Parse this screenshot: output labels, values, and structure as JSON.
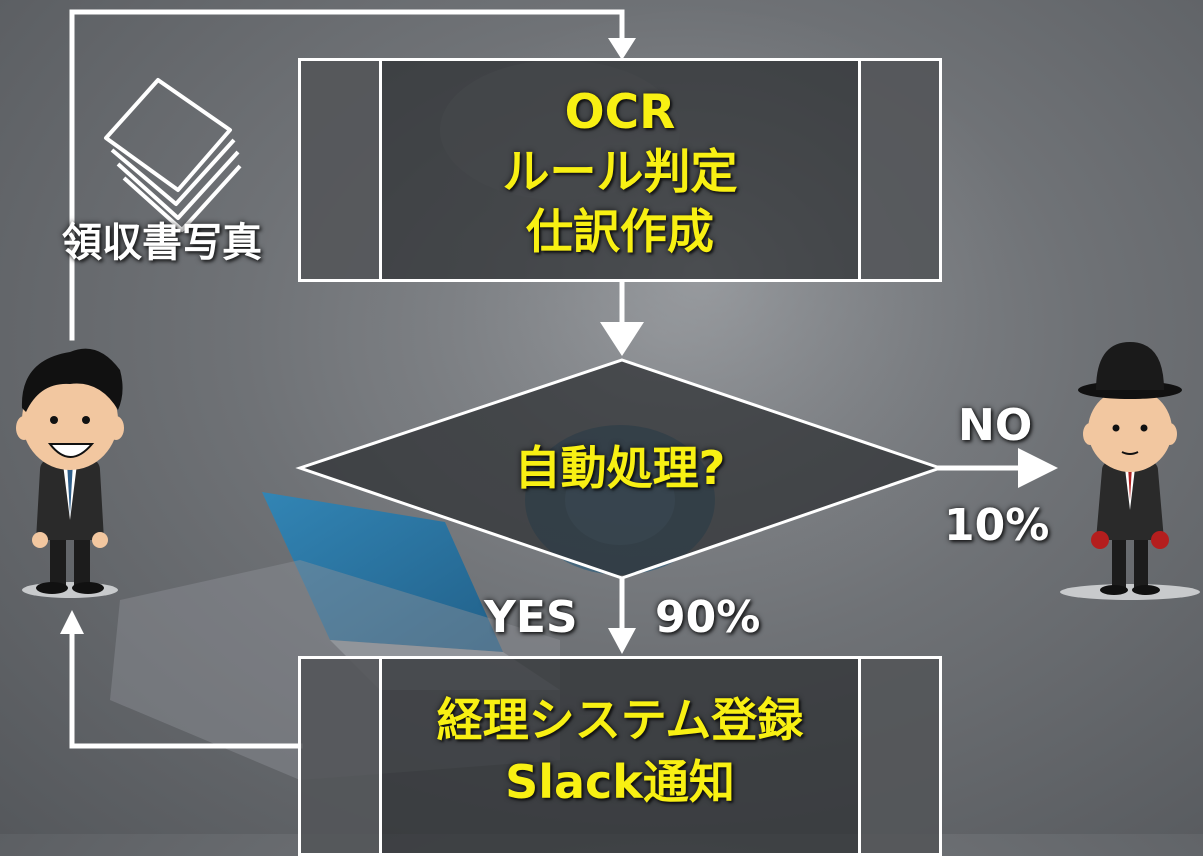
{
  "process_top": {
    "line1": "OCR",
    "line2": "ルール判定",
    "line3": "仕訳作成"
  },
  "decision": {
    "label": "自動処理?"
  },
  "process_bottom": {
    "line1": "経理システム登録",
    "line2": "Slack通知"
  },
  "input_label": "領収書写真",
  "no_branch": {
    "label": "NO",
    "percent": "10%"
  },
  "yes_branch": {
    "label": "YES",
    "percent": "90%"
  },
  "colors": {
    "highlight_text": "#f8f013",
    "arrow": "#ffffff",
    "box_fill": "#2d2f32"
  },
  "icons": [
    "documents-icon",
    "smiling-businessman-icon",
    "bowler-hat-gentleman-icon",
    "laptop-illustration",
    "robot-illustration"
  ]
}
